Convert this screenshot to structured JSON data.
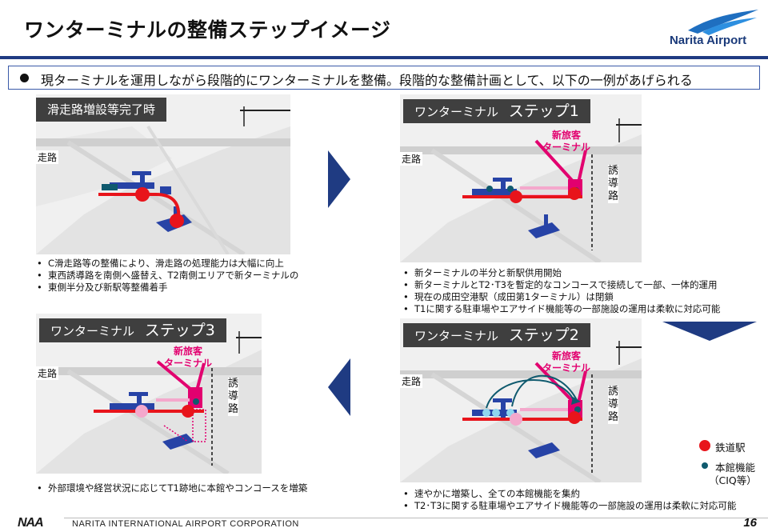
{
  "header": {
    "title": "ワンターミナルの整備ステップイメージ",
    "logo_text": "Narita Airport"
  },
  "lead": {
    "text": "現ターミナルを運用しながら段階的にワンターミナルを整備。段階的な整備計画として、以下の一例があげられる"
  },
  "panels": {
    "current": {
      "label": "滑走路増設等完了時",
      "runway_label": "走路",
      "bullets": [
        "C滑走路等の整備により、滑走路の処理能力は大幅に向上",
        "東西誘導路を南側へ盛替え、T2南側エリアで新ターミナルの",
        "東側半分及び新駅等整備着手"
      ]
    },
    "step1": {
      "label_prefix": "ワンターミナル",
      "label_step": "ステップ1",
      "runway_label": "走路",
      "new_terminal_line1": "新旅客",
      "new_terminal_line2": "ターミナル",
      "taxiway_label": [
        "誘",
        "導",
        "路"
      ],
      "bullets": [
        "新ターミナルの半分と新駅供用開始",
        "新ターミナルとT2･T3を暫定的なコンコースで接続して一部、一体的運用",
        "現在の成田空港駅（成田第1ターミナル）は閉鎖",
        "T1に関する駐車場やエアサイド機能等の一部施設の運用は柔軟に対応可能"
      ]
    },
    "step2": {
      "label_prefix": "ワンターミナル",
      "label_step": "ステップ2",
      "runway_label": "走路",
      "new_terminal_line1": "新旅客",
      "new_terminal_line2": "ターミナル",
      "taxiway_label": [
        "誘",
        "導",
        "路"
      ],
      "bullets": [
        "速やかに増築し、全ての本館機能を集約",
        "T2･T3に関する駐車場やエアサイド機能等の一部施設の運用は柔軟に対応可能"
      ]
    },
    "step3": {
      "label_prefix": "ワンターミナル",
      "label_step": "ステップ3",
      "runway_label": "走路",
      "new_terminal_line1": "新旅客",
      "new_terminal_line2": "ターミナル",
      "taxiway_label": [
        "誘",
        "導",
        "路"
      ],
      "bullets": [
        "外部環境や経営状況に応じてT1跡地に本館やコンコースを増築"
      ]
    }
  },
  "legend": {
    "station": "鉄道駅",
    "main_building_line1": "本館機能",
    "main_building_line2": "（CIQ等）"
  },
  "footer": {
    "logo": "NAA",
    "company": "NARITA INTERNATIONAL AIRPORT CORPORATION",
    "page": "16"
  },
  "colors": {
    "accent_navy": "#1f3b82",
    "station_red": "#e8141b",
    "terminal_magenta": "#e2006f",
    "ciq_teal": "#0f5a6e",
    "terminal_blue": "#2743a6"
  }
}
